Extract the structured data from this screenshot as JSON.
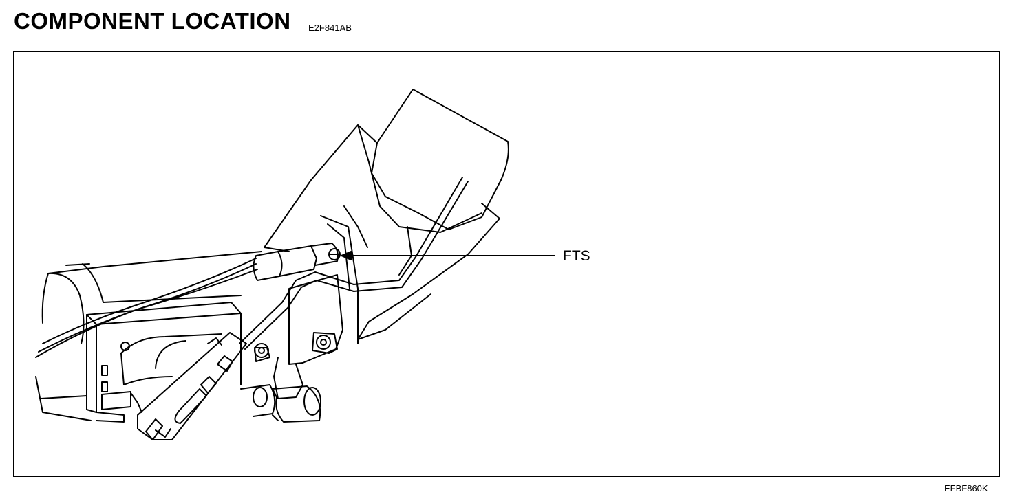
{
  "header": {
    "title": "COMPONENT LOCATION",
    "code": "E2F841AB"
  },
  "figure": {
    "callout_label": "FTS",
    "figure_code": "EFBF860K"
  }
}
